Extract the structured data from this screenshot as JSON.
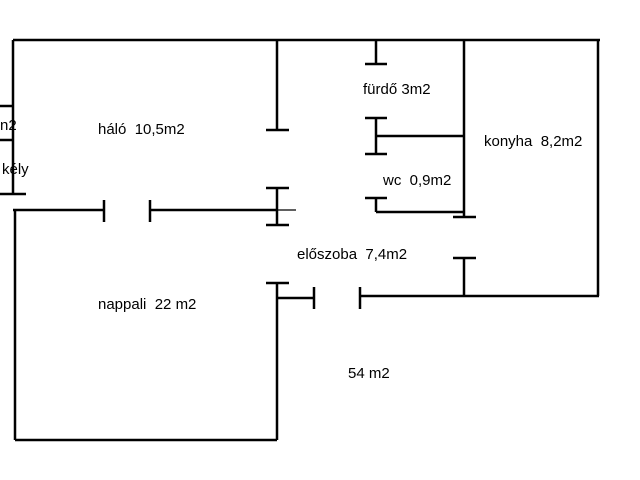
{
  "plan": {
    "rooms": {
      "halo": "háló  10,5m2",
      "furdo": "fürdő 3m2",
      "konyha": "konyha  8,2m2",
      "wc": "wc  0,9m2",
      "eloszoba": "előszoba  7,4m2",
      "nappali": "nappali  22 m2",
      "erkely_partial": "kély",
      "edge_partial": "n2"
    },
    "total_area": "54 m2",
    "colors": {
      "wall": "#000000",
      "background": "#ffffff"
    }
  }
}
